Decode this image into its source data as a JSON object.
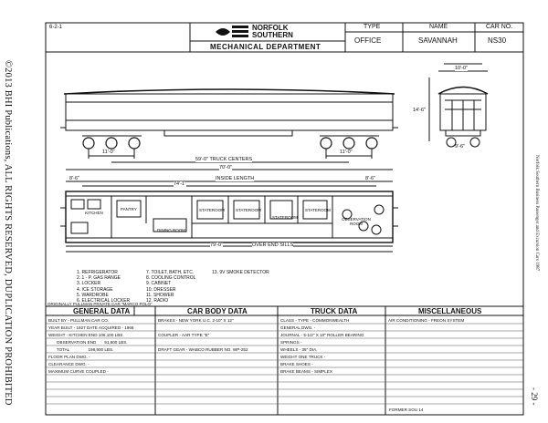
{
  "copyright": "©2013 BHI Publications, ALL RIGHTS RESERVED, DUPLICATION PROHIBITED",
  "right_margin": "Norfolk Southern Business Passenger and Excursion Cars 1987",
  "page_number": "- 29 -",
  "date_code": "6-2-1",
  "railroad": "NORFOLK SOUTHERN",
  "department": "MECHANICAL DEPARTMENT",
  "title_block": {
    "headers": [
      "TYPE",
      "NAME",
      "CAR NO."
    ],
    "values": [
      "OFFICE",
      "SAVANNAH",
      "NS30"
    ]
  },
  "dims": {
    "truck_centers": "59'-0\" TRUCK CENTERS",
    "overall_70": "70'-0\"",
    "inside_length": "INSIDE LENGTH",
    "inside_length_val": "74'-1\"",
    "over_end_sills": "OVER END SILLS",
    "over_end_sills_val": "79'-0\"",
    "truck_wb1": "11'-0\"",
    "truck_wb2": "11'-0\"",
    "end_left": "8'-6\"",
    "end_right": "8'-6\"",
    "height": "14'-6\"",
    "width_top": "10'-0\"",
    "width_base": "9'-6\""
  },
  "rooms": [
    "KITCHEN",
    "PANTRY",
    "DINING ROOM",
    "STATEROOM",
    "STATEROOM",
    "STATEROOM",
    "STATEROOM",
    "OBSERVATION ROOM"
  ],
  "legend_col1": [
    "1. REFRIGERATOR",
    "2. 1 - P. GAS RANGE",
    "3. LOCKER",
    "4. ICE STORAGE",
    "5. WARDROBE",
    "6. ELECTRICAL LOCKER"
  ],
  "legend_col2": [
    "7. TOILET, BATH, ETC.",
    "8. COOLING CONTROL",
    "9. CABINET",
    "10. DRESSER",
    "11. SHOWER",
    "12. RADIO"
  ],
  "legend_col3": [
    "13. 9V SMOKE DETECTOR"
  ],
  "origin_note": "ORIGINALLY PULLMAN PRIVATE CAR \"MARCO POLO\"",
  "table": {
    "headers": [
      "GENERAL DATA",
      "CAR BODY DATA",
      "TRUCK DATA",
      "MISCELLANEOUS"
    ],
    "general": [
      "BUILT BY - PULLMAN CAR CO.",
      "YEAR BUILT - 1927  DATE ACQUIRED - 1966",
      "WEIGHT - KITCHEN END       106,100 LBS.",
      "       OBSERVATION END       91,800 LBS.",
      "       TOTAL                198,900 LBS.",
      "FLOOR PLAN DWG. -",
      "CLEARANCE DWG. -",
      "MAXIMUM CURVE COUPLED -"
    ],
    "car_body": [
      "BRAKES - NEW YORK U.C. 2-10\" X 12\"",
      "",
      "COUPLER - AAR TYPE \"E\"",
      "",
      "DRAFT GEAR - WABCO  RUBBER NO. WP-252"
    ],
    "truck": [
      "CLASS -        TYPE - COMMONWEALTH",
      "GENERAL DWG. -",
      "JOURNAL - 5-1/2\" X 10\" ROLLER BEARING",
      "SPRINGS -",
      "WHEELS - 36\" DIA.",
      "WEIGHT ONE TRUCK -",
      "BRAKE SHOES -",
      "BRAKE BEAMS - SIMPLEX"
    ],
    "misc": [
      "AIR CONDITIONING - FREON SYSTEM"
    ]
  },
  "former_note": "FORMER SOU 14"
}
